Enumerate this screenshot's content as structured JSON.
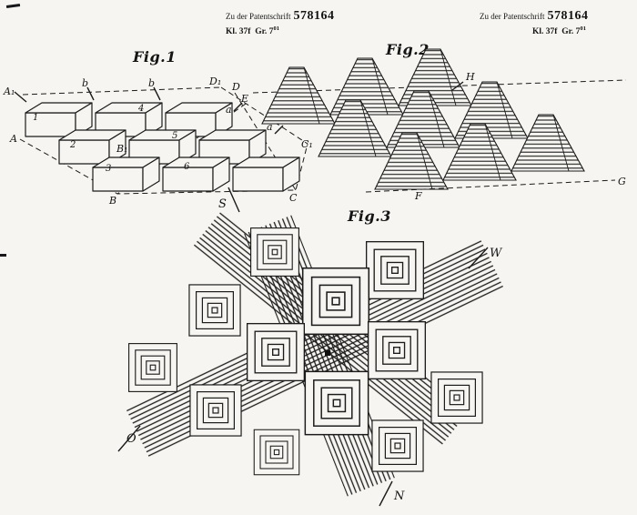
{
  "header": {
    "prefix": "Zu der Patentschrift",
    "number": "578164",
    "kl": "Kl. 37f",
    "gr": "Gr. 7",
    "gr_sup": "01"
  },
  "fig1": {
    "title": "Fig.1",
    "labels": {
      "A1": "A₁",
      "A": "A",
      "B": "B",
      "B1": "B₁",
      "C": "C",
      "C1": "C₁",
      "D": "D",
      "D1": "D₁",
      "E": "E",
      "S": "S",
      "a1": "a",
      "a2": "a",
      "b1": "b",
      "b2": "b",
      "n1": "1",
      "n2": "2",
      "n3": "3",
      "n4": "4",
      "n5": "5",
      "n6": "6"
    }
  },
  "fig2": {
    "title": "Fig.2",
    "labels": {
      "F": "F",
      "G": "G",
      "H": "H"
    }
  },
  "fig3": {
    "title": "Fig.3",
    "labels": {
      "W": "W",
      "O": "O",
      "N": "N"
    }
  }
}
